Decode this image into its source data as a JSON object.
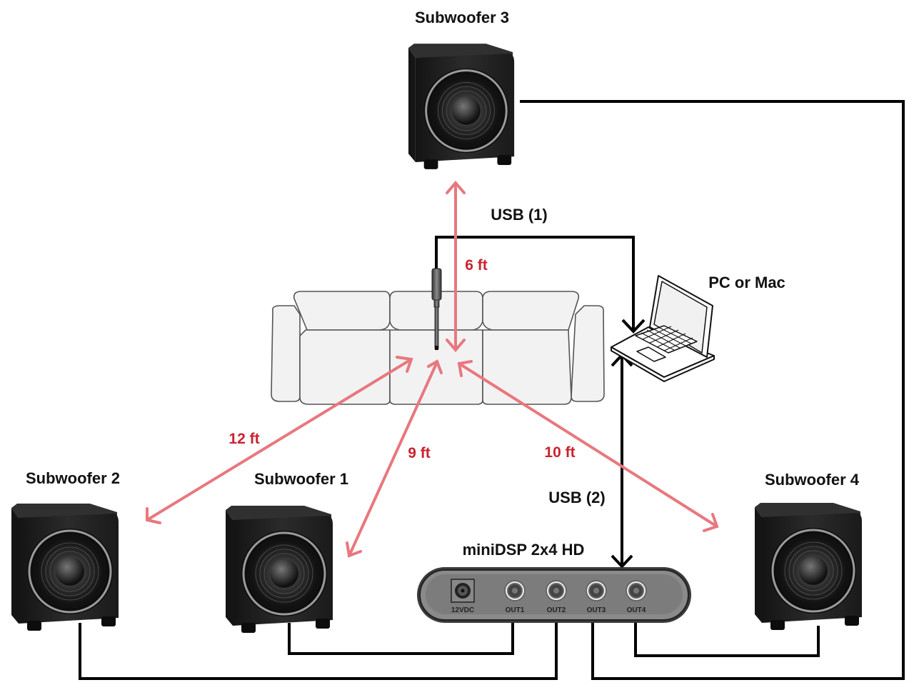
{
  "diagram": {
    "title": "Multi-subwoofer measurement setup",
    "colors": {
      "wire": "#000000",
      "distance_arrow": "#e8787e",
      "distance_text": "#c8232f",
      "subwoofer_body": "#1e1e1e",
      "couch_fill": "#f2f2f3",
      "couch_stroke": "#555555",
      "dsp_body": "#7a7a7a"
    },
    "subwoofers": [
      {
        "id": "sub1",
        "label": "Subwoofer 1",
        "distance": "9 ft",
        "output": "OUT1"
      },
      {
        "id": "sub2",
        "label": "Subwoofer 2",
        "distance": "12 ft",
        "output": "OUT2"
      },
      {
        "id": "sub3",
        "label": "Subwoofer 3",
        "distance": "6 ft",
        "output": "OUT3"
      },
      {
        "id": "sub4",
        "label": "Subwoofer 4",
        "distance": "10 ft",
        "output": "OUT4"
      }
    ],
    "computer": {
      "label": "PC or Mac",
      "icon": "laptop-icon"
    },
    "dsp": {
      "label": "miniDSP 2x4 HD",
      "ports": [
        "12VDC",
        "OUT1",
        "OUT2",
        "OUT3",
        "OUT4"
      ]
    },
    "usb_links": [
      {
        "label": "USB (1)",
        "from": "measurement microphone",
        "to": "PC or Mac"
      },
      {
        "label": "USB (2)",
        "from": "PC or Mac",
        "to": "miniDSP 2x4 HD"
      }
    ],
    "listening_position": {
      "item": "couch",
      "icon": "couch-icon",
      "mic_icon": "microphone-icon"
    }
  }
}
